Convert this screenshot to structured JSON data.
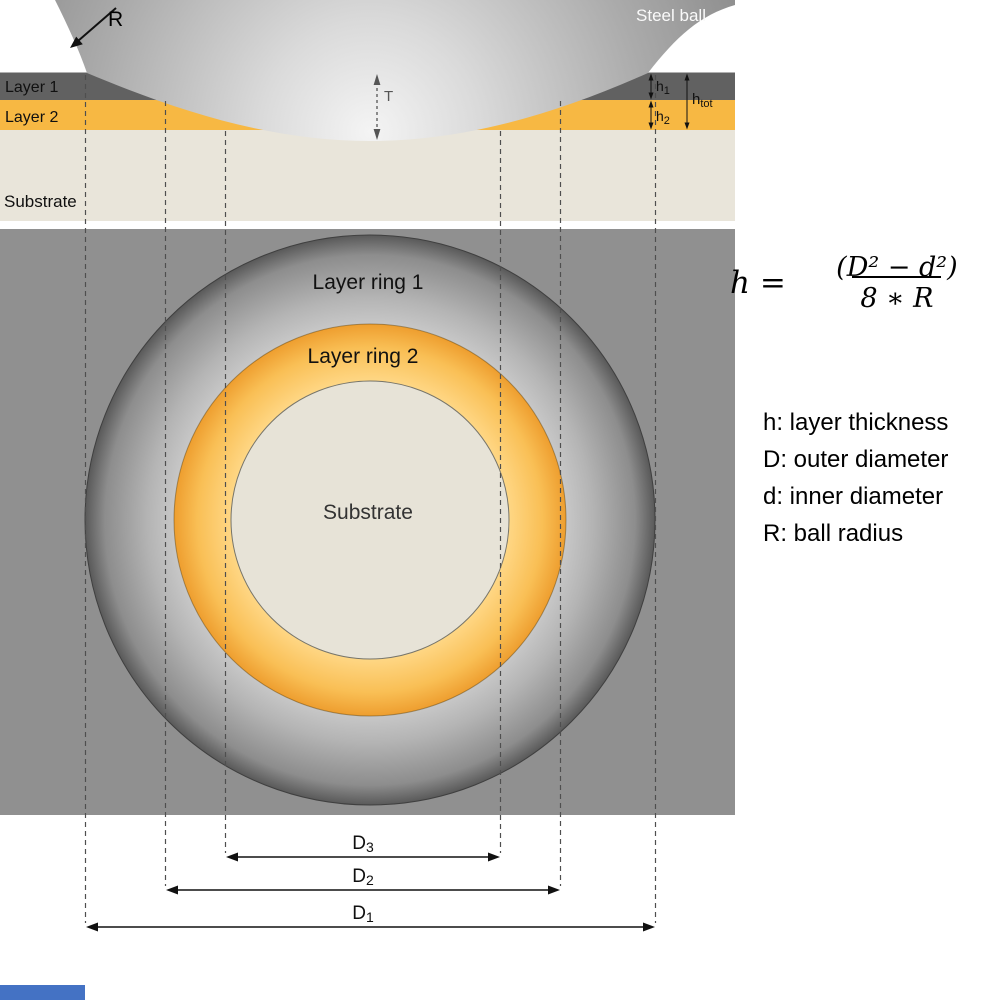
{
  "colors": {
    "layer1": "#616161",
    "layer2": "#f7b843",
    "substrate": "#e9e5da",
    "panel_gray": "#909090",
    "accent_bar": "#4472c4"
  },
  "cross_section": {
    "steel_ball_label": "Steel ball",
    "radius_label": "R",
    "layer1_label": "Layer 1",
    "layer2_label": "Layer 2",
    "substrate_label": "Substrate",
    "depth_label": "T",
    "h1": {
      "base": "h",
      "sub": "1"
    },
    "h2": {
      "base": "h",
      "sub": "2"
    },
    "htot": {
      "base": "h",
      "sub": "tot"
    }
  },
  "top_view": {
    "ring1_label": "Layer ring 1",
    "ring2_label": "Layer ring 2",
    "substrate_label": "Substrate"
  },
  "dimensions": {
    "d3": {
      "base": "D",
      "sub": "3"
    },
    "d2": {
      "base": "D",
      "sub": "2"
    },
    "d1": {
      "base": "D",
      "sub": "1"
    }
  },
  "formula": {
    "lhs": "h =",
    "numerator": "(D² − d²)",
    "denominator": "8 ∗ R"
  },
  "legend": {
    "items": [
      "h: layer thickness",
      "D: outer diameter",
      "d: inner diameter",
      "R: ball radius"
    ]
  }
}
